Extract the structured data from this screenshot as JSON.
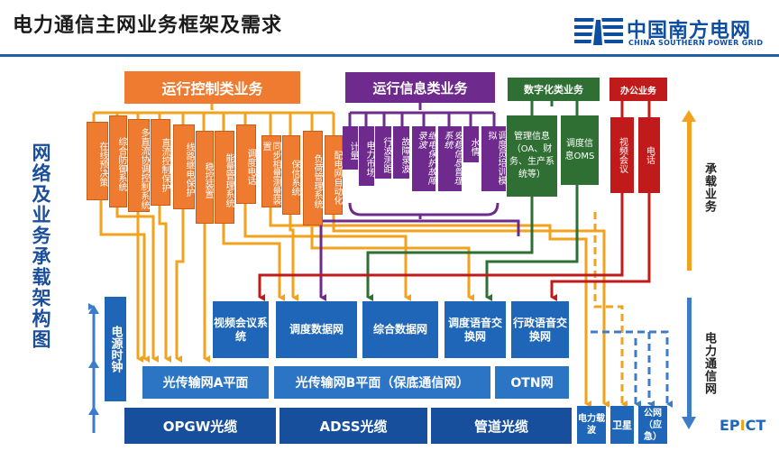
{
  "title": "电力通信主网业务框架及需求",
  "logo": {
    "name_cn": "中国南方电网",
    "name_en": "CHINA SOUTHERN POWER GRID",
    "mark": "csg-logo-icon"
  },
  "side_title": "网络及业务承载架构图",
  "categories": {
    "operation_control": "运行控制类业务",
    "operation_info": "运行信息类业务",
    "digital": "数字化类业务",
    "office": "办公业务"
  },
  "control_items": [
    "在线预决策",
    "综合防御系统",
    "多直流协调控制系统",
    "直流控制保护",
    "线路继电保护",
    "稳控装置",
    "能量管理系统",
    "调度电话",
    "同步相量测量装置",
    "保信系统",
    "负荷管理系统",
    "配电网自动化"
  ],
  "info_items": [
    "计量",
    "电力市场",
    "行波测距",
    "故障录波",
    "继电保护故障录波",
    "安稳信息管理系统",
    "水情",
    "调度员培训模拟"
  ],
  "digital_items": [
    "管理信息（OA、财务、生产系统等）",
    "调度信息OMS"
  ],
  "office_items": [
    "视频会议",
    "电话"
  ],
  "services": [
    "视频会议系统",
    "调度数据网",
    "综合数据网",
    "调度语音交换网",
    "行政语音交换网"
  ],
  "clock": "电源时钟",
  "transport": {
    "plane_a": "光传输网A平面",
    "plane_b": "光传输网B平面（保底通信网）",
    "otn": "OTN网"
  },
  "cables": [
    "OPGW光缆",
    "ADSS光缆",
    "管道光缆"
  ],
  "other_channels": [
    "电力载波",
    "卫星",
    "公网（应急）"
  ],
  "right_labels": {
    "carrier": "承载业务",
    "network": "电力通信网"
  },
  "footer_logo": {
    "prefix": "EP",
    "mid": "I",
    "suffix": "CT"
  },
  "colors": {
    "orange": "#ee7b30",
    "purple": "#6e2a8c",
    "green": "#2f6f33",
    "red": "#c01a1a",
    "blue": "#1f66b8",
    "gold": "#f2a21d"
  }
}
